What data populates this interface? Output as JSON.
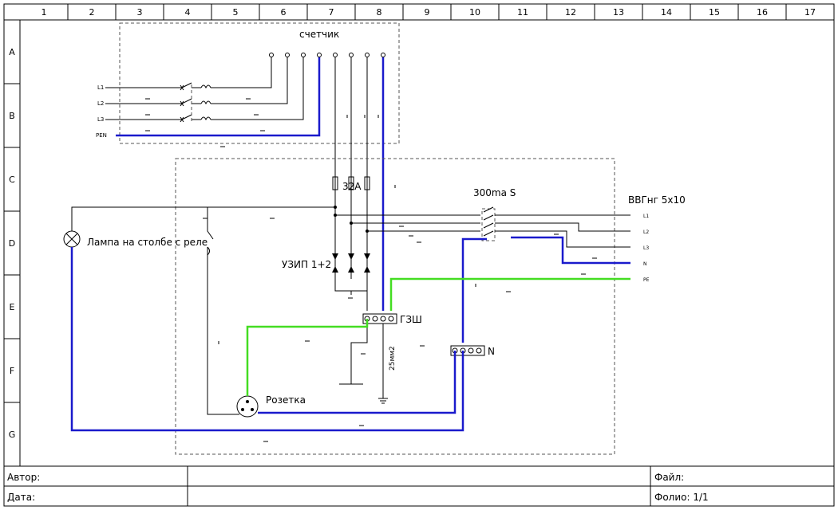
{
  "frame": {
    "columns": [
      "1",
      "2",
      "3",
      "4",
      "5",
      "6",
      "7",
      "8",
      "9",
      "10",
      "11",
      "12",
      "13",
      "14",
      "15",
      "16",
      "17"
    ],
    "rows": [
      "A",
      "B",
      "C",
      "D",
      "E",
      "F",
      "G"
    ]
  },
  "title_block": {
    "author_label": "Автор:",
    "date_label": "Дата:",
    "file_label": "Файл:",
    "folio_label": "Фолио: 1/1"
  },
  "diagram": {
    "meter_label": "счетчик",
    "input_lines": [
      "L1",
      "L2",
      "L3",
      "PEN"
    ],
    "fuse_label": "32А",
    "rcd_label": "300ma S",
    "cable_label": "ВВГнг 5х10",
    "output_lines": [
      "L1",
      "L2",
      "L3",
      "N",
      "PE"
    ],
    "spd_label": "УЗИП 1+2",
    "gzsh_label": "ГЗШ",
    "n_bus_label": "N",
    "ground_wire_label": "25мм2",
    "lamp_label": "Лампа на столбе с реле",
    "socket_label": "Розетка"
  }
}
